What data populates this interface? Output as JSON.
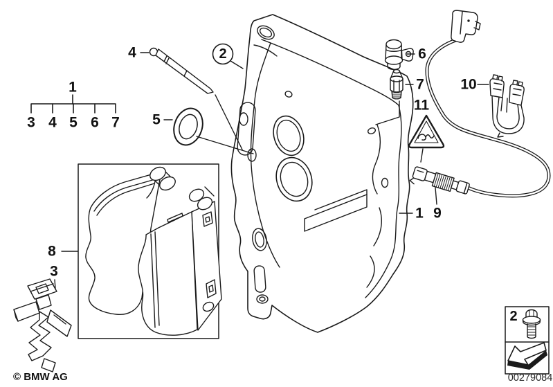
{
  "legend": {
    "parent": "1",
    "items": [
      "3",
      "4",
      "5",
      "6",
      "7"
    ]
  },
  "callouts": {
    "guide_pin": "4",
    "caliper_circled": "2",
    "seal_ring": "5",
    "dust_cap": "6",
    "bleeder_valve": "7",
    "sensor_holder": "10",
    "warning": "11",
    "caliper": "1",
    "wear_sensor": "9",
    "pad_set_box": "8",
    "retaining_spring": "3"
  },
  "inset": {
    "callout": "2"
  },
  "footer": {
    "copyright": "© BMW AG",
    "image_number": "00279084"
  },
  "icons": {
    "warning_triangle": "pinch-hazard-warning-triangle",
    "screw": "flange-bolt",
    "arrow": "mounting-direction-arrow"
  }
}
